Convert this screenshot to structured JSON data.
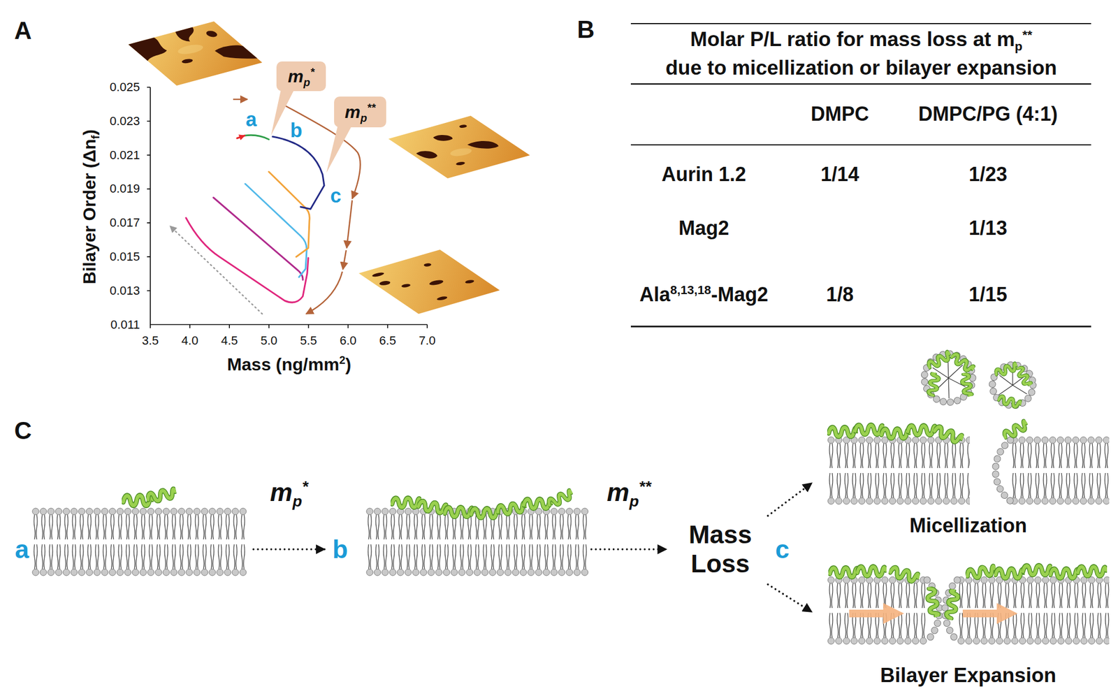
{
  "diagram": {
    "nodes": [
      {
        "text": [
          "mp*"
        ]
      },
      {
        "text": [
          "mp**"
        ]
      },
      {
        "text": [
          "a"
        ]
      },
      {
        "text": [
          "b"
        ]
      },
      {
        "text": [
          "Mass Loss",
          "c"
        ]
      },
      {
        "text": [
          "Micellization"
        ]
      },
      {
        "text": [
          "Bilayer Expansion"
        ]
      }
    ],
    "edges": [
      {
        "from": 2,
        "to": 3,
        "label": "mp*",
        "arrow": "to"
      },
      {
        "from": 3,
        "to": 4,
        "label": "mp**",
        "arrow": "to"
      },
      {
        "from": 4,
        "to": 5,
        "arrow": "to"
      },
      {
        "from": 4,
        "to": 6,
        "arrow": "to"
      }
    ],
    "labels": [
      "A",
      "B",
      "C",
      "0.025",
      "0.023",
      "0.021",
      "0.019",
      "0.017",
      "0.015",
      "0.013",
      "0.011",
      "Bilayer Order (Δnf)",
      "3.5",
      "4.0",
      "4.5",
      "5.0",
      "5.5",
      "6.0",
      "6.5",
      "7.0",
      "Mass (ng/mm2)",
      "a",
      "b",
      "c",
      "Molar P/L ratio for mass loss at mp** due to micellization or bilayer expansion",
      "DMPC",
      "DMPC/PG (4:1)",
      "Aurin 1.2",
      "1/14",
      "1/23",
      "Mag2",
      "1/13",
      "Ala8,13,18-Mag2",
      "1/8",
      "1/15"
    ]
  }
}
